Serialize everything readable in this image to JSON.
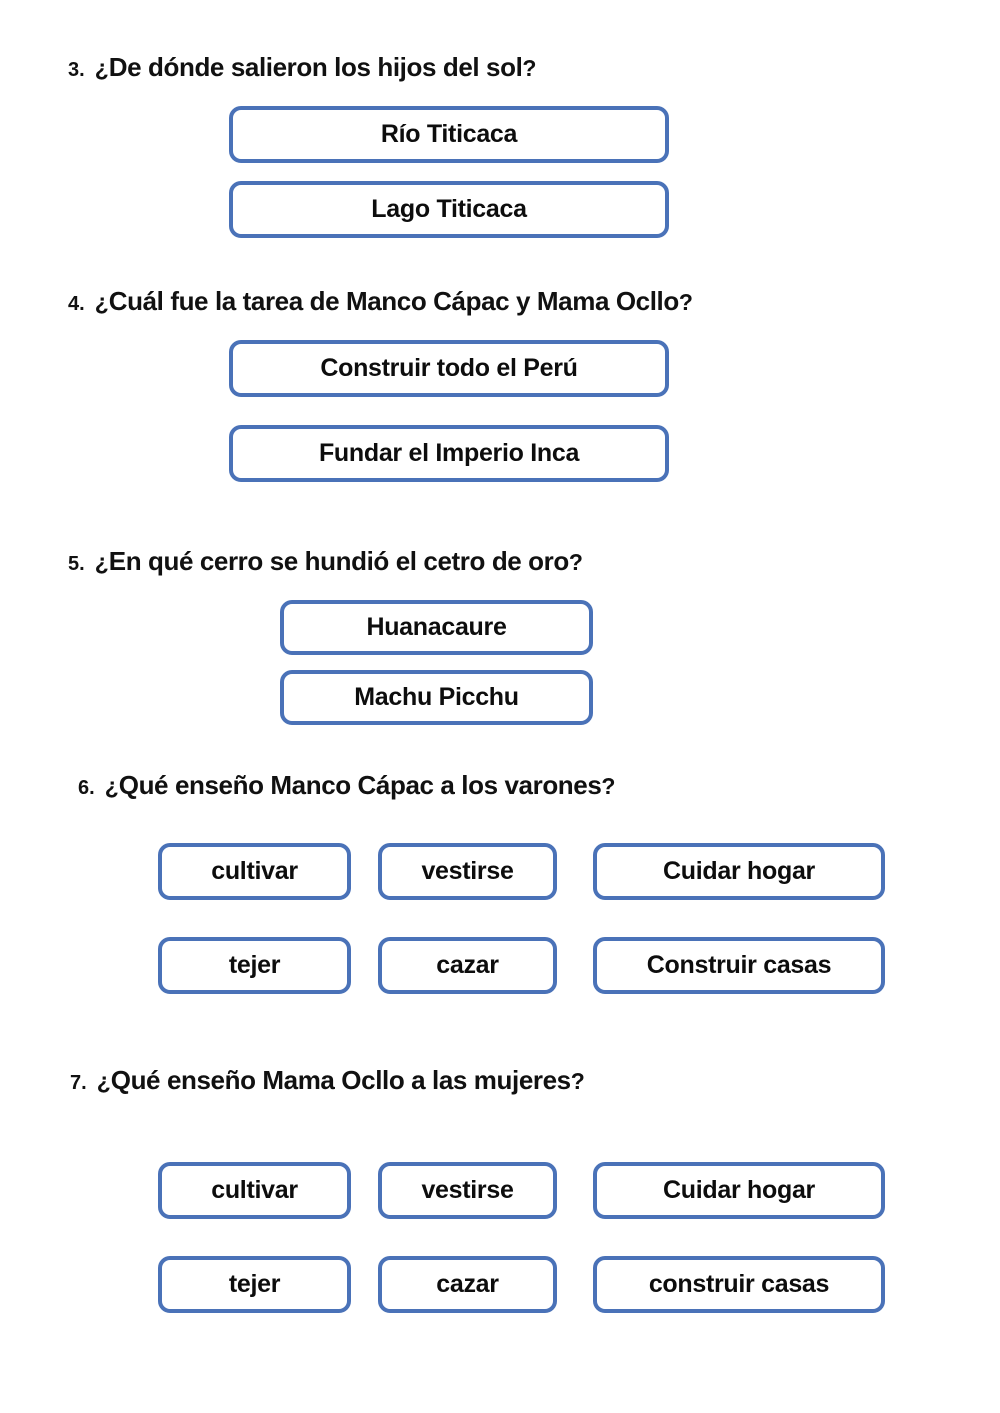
{
  "document": {
    "type": "worksheet",
    "language": "es",
    "accent_color": "#4a72b8",
    "text_color": "#111111",
    "background": "#ffffff"
  },
  "questions": [
    {
      "number": "3.",
      "open_mark": "¿",
      "text": "De dónde salieron los hijos del sol",
      "close_mark": "?",
      "layout": "stack-wide",
      "options": [
        {
          "label": "Río  Titicaca"
        },
        {
          "label": "Lago Titicaca"
        }
      ]
    },
    {
      "number": "4.",
      "open_mark": "¿",
      "text": "Cuál fue la tarea de Manco Cápac y Mama Ocllo",
      "close_mark": "?",
      "layout": "stack-wide",
      "options": [
        {
          "label": "Construir todo el Perú"
        },
        {
          "label": "Fundar el Imperio Inca"
        }
      ]
    },
    {
      "number": "5.",
      "open_mark": "¿",
      "text": "En qué cerro se hundió el cetro de oro",
      "close_mark": "?",
      "layout": "stack-mid",
      "options": [
        {
          "label": "Huanacaure"
        },
        {
          "label": "Machu Picchu"
        }
      ]
    },
    {
      "number": "6.",
      "open_mark": "¿",
      "text": "Qué enseño Manco Cápac a los varones",
      "close_mark": "?",
      "layout": "grid-3",
      "options": [
        {
          "label": "cultivar"
        },
        {
          "label": "vestirse"
        },
        {
          "label": "Cuidar hogar"
        },
        {
          "label": "tejer"
        },
        {
          "label": "cazar"
        },
        {
          "label": "Construir casas"
        }
      ]
    },
    {
      "number": "7.",
      "open_mark": "¿",
      "text": "Qué enseño Mama Ocllo a las mujeres",
      "close_mark": "?",
      "layout": "grid-3",
      "options": [
        {
          "label": "cultivar"
        },
        {
          "label": "vestirse"
        },
        {
          "label": "Cuidar hogar"
        },
        {
          "label": "tejer"
        },
        {
          "label": "cazar"
        },
        {
          "label": "construir casas"
        }
      ]
    }
  ]
}
